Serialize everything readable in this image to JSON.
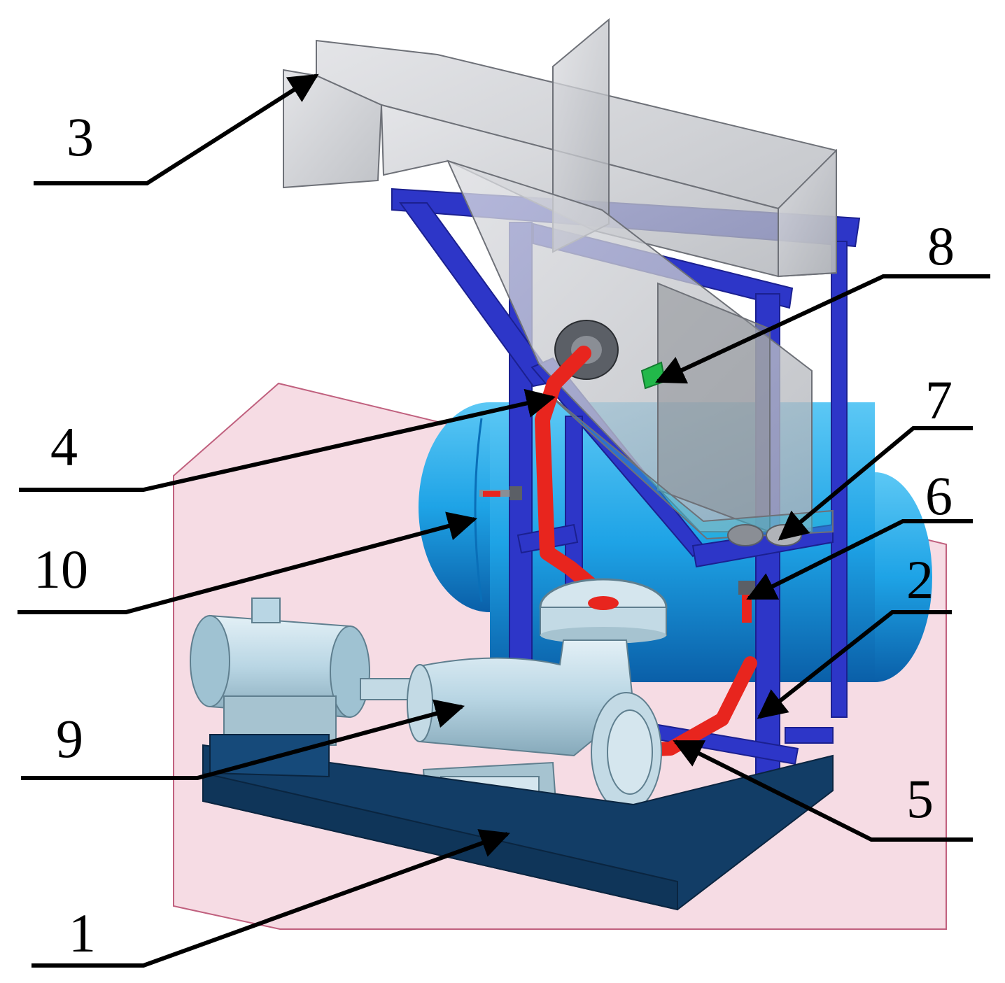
{
  "colors": {
    "floor": "#f6dce4",
    "floor_edge": "#c0607e",
    "frame": "#2d36c8",
    "frame_dark": "#1b2090",
    "tank": "#1ea3e6",
    "tank_dark": "#0a6fb8",
    "pipe": "#e8251e",
    "hopper": "#c9cbd0",
    "hopper_edge": "#6e7178",
    "pump": "#b9d6e4",
    "pump_edge": "#5f7f8f",
    "base": "#123d66",
    "sensor": "#22b84a",
    "leader": "#000000"
  },
  "callouts": [
    {
      "id": "1",
      "label": "1"
    },
    {
      "id": "2",
      "label": "2"
    },
    {
      "id": "3",
      "label": "3"
    },
    {
      "id": "4",
      "label": "4"
    },
    {
      "id": "5",
      "label": "5"
    },
    {
      "id": "6",
      "label": "6"
    },
    {
      "id": "7",
      "label": "7"
    },
    {
      "id": "8",
      "label": "8"
    },
    {
      "id": "9",
      "label": "9"
    },
    {
      "id": "10",
      "label": "10"
    }
  ]
}
